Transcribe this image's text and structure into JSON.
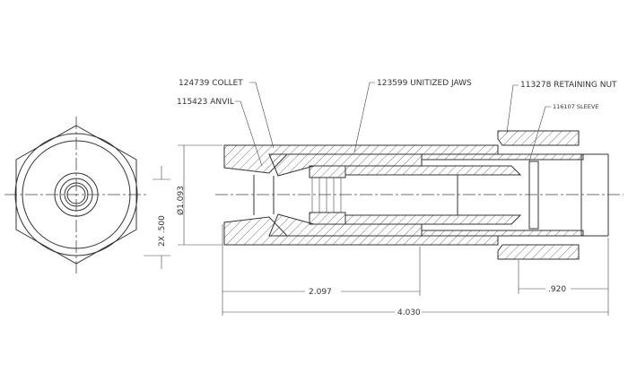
{
  "callouts": {
    "collet": "124739 COLLET",
    "anvil": "115423 ANVIL",
    "jaws": "123599 UNITIZED JAWS",
    "nut": "113278 RETAINING NUT",
    "sleeve": "116107 SLEEVE"
  },
  "dimensions": {
    "diameter": "Ø1.093",
    "half_width": "2X .500",
    "collet_length": "2.097",
    "nut_length": ".920",
    "overall_length": "4.030"
  }
}
